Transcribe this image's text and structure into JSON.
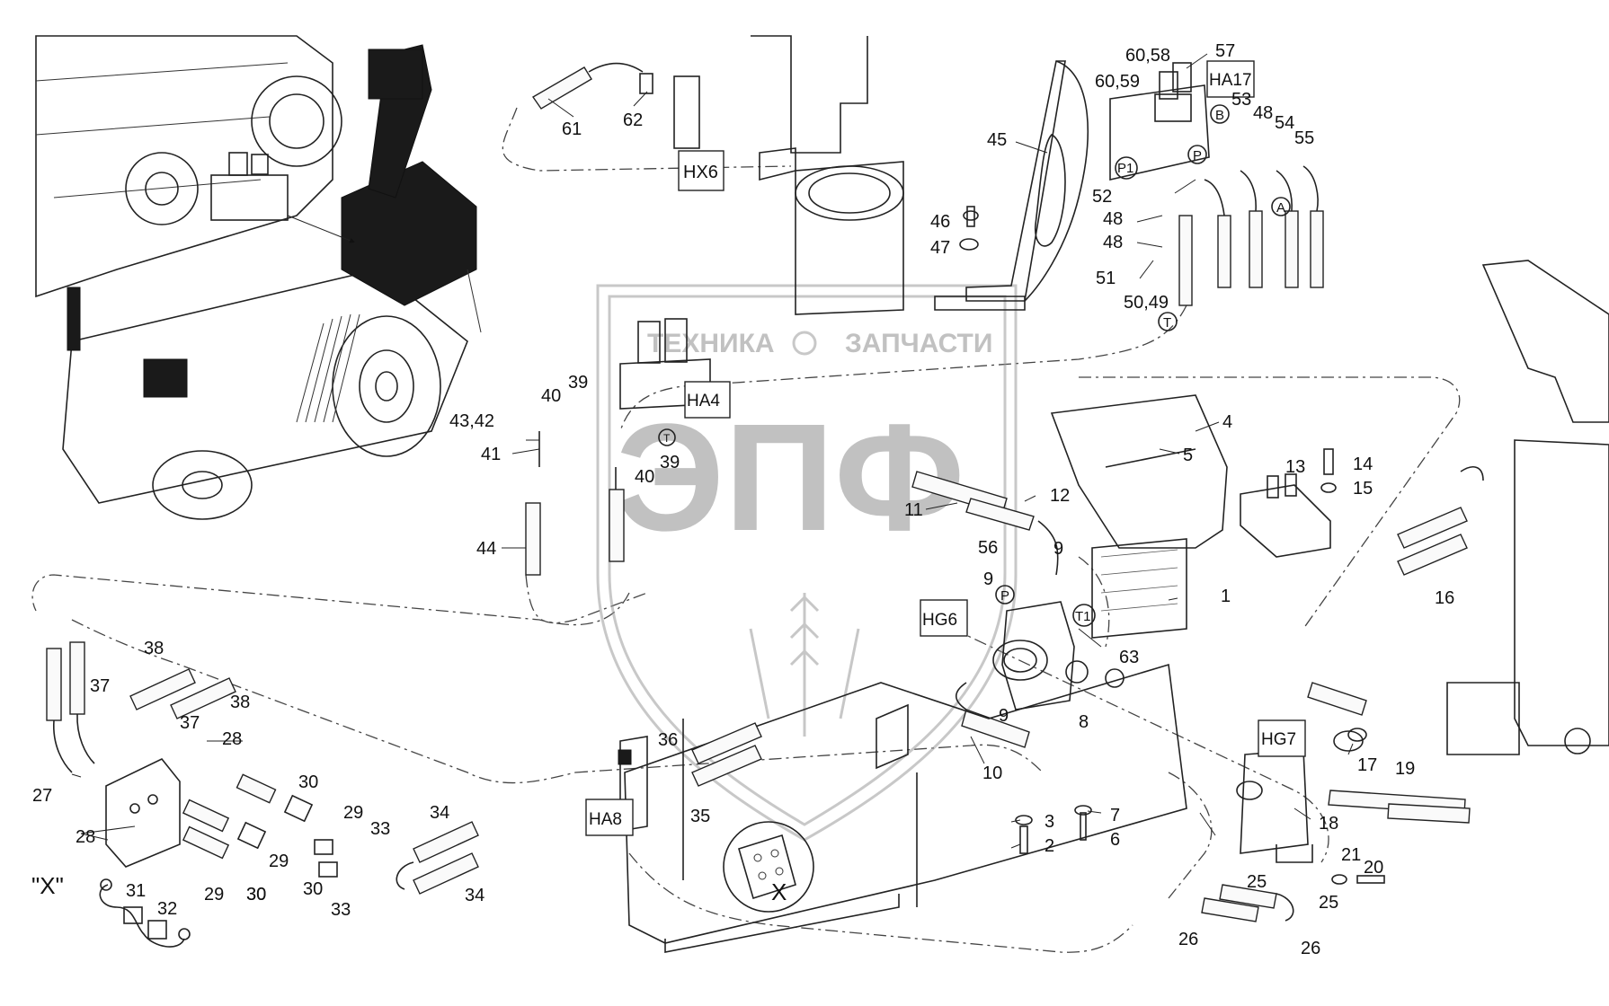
{
  "watermark": {
    "left_text": "ТЕХНИКА",
    "right_text": "ЗАПЧАСТИ",
    "logo_text": "ЭПФ"
  },
  "view_labels": {
    "detail_x_title": "\"X\"",
    "detail_x_marker": "X"
  },
  "tags": [
    {
      "id": "HX6",
      "text": "HX6"
    },
    {
      "id": "HA17",
      "text": "HA17"
    },
    {
      "id": "HA4",
      "text": "HA4"
    },
    {
      "id": "HG6",
      "text": "HG6"
    },
    {
      "id": "HA8",
      "text": "HA8"
    },
    {
      "id": "HG7",
      "text": "HG7"
    }
  ],
  "port_marks": [
    "P1",
    "P",
    "B",
    "A",
    "T",
    "P",
    "T1",
    "T"
  ],
  "callouts": [
    "61",
    "62",
    "45",
    "46",
    "47",
    "57",
    "60,58",
    "60,59",
    "53",
    "48",
    "54",
    "55",
    "52",
    "48",
    "48",
    "51",
    "50,49",
    "4",
    "5",
    "1",
    "12",
    "11",
    "56",
    "9",
    "9",
    "13",
    "14",
    "15",
    "16",
    "43,42",
    "41",
    "40",
    "39",
    "39",
    "40",
    "44",
    "63",
    "8",
    "9",
    "10",
    "3",
    "2",
    "7",
    "6",
    "17",
    "19",
    "18",
    "21",
    "20",
    "25",
    "25",
    "26",
    "26",
    "38",
    "37",
    "37",
    "38",
    "28",
    "27",
    "28",
    "30",
    "29",
    "29",
    "30",
    "33",
    "30",
    "33",
    "34",
    "34",
    "31",
    "32",
    "29",
    "30",
    "36",
    "35"
  ]
}
